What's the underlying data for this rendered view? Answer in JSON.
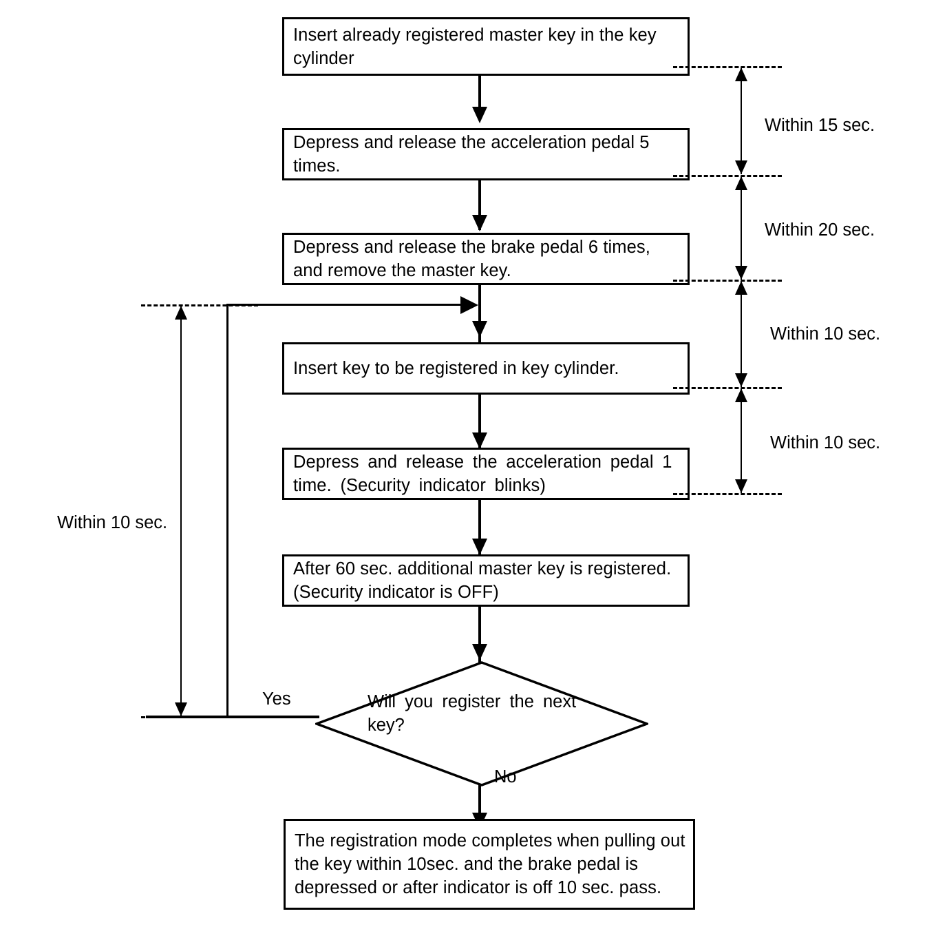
{
  "diagram": {
    "title": "Additional master key registration procedure flowchart",
    "type": "flowchart",
    "ink_color": "#000000",
    "background_color": "#ffffff",
    "nodes": [
      {
        "id": "step1",
        "shape": "process",
        "text": "Insert already registered master key in the key cylinder"
      },
      {
        "id": "step2",
        "shape": "process",
        "text": "Depress and release the acceleration pedal 5 times."
      },
      {
        "id": "step3",
        "shape": "process",
        "text": "Depress and release the brake pedal 6 times, and remove the master key."
      },
      {
        "id": "step4",
        "shape": "process",
        "text": "Insert key to be registered in key cylinder."
      },
      {
        "id": "step5",
        "shape": "process",
        "text": "Depress and release the acceleration pedal 1 time. (Security indicator blinks)"
      },
      {
        "id": "step6",
        "shape": "process",
        "text": "After 60 sec. additional master key is registered. (Security indicator is OFF)"
      },
      {
        "id": "decision",
        "shape": "decision",
        "text": "Will you register the next key?"
      },
      {
        "id": "step7",
        "shape": "process",
        "text": "The registration mode completes when pulling out the key within 10sec. and the brake pedal is depressed or after indicator is off 10 sec. pass."
      }
    ],
    "branch_labels": {
      "yes": "Yes",
      "no": "No"
    },
    "timing_annotations": {
      "right": [
        {
          "id": "t1",
          "label": "Within 15 sec."
        },
        {
          "id": "t2",
          "label": "Within 20 sec."
        },
        {
          "id": "t3",
          "label": "Within 10 sec."
        },
        {
          "id": "t4",
          "label": "Within 10 sec."
        }
      ],
      "left": [
        {
          "id": "t5",
          "label": "Within 10 sec."
        }
      ]
    }
  }
}
